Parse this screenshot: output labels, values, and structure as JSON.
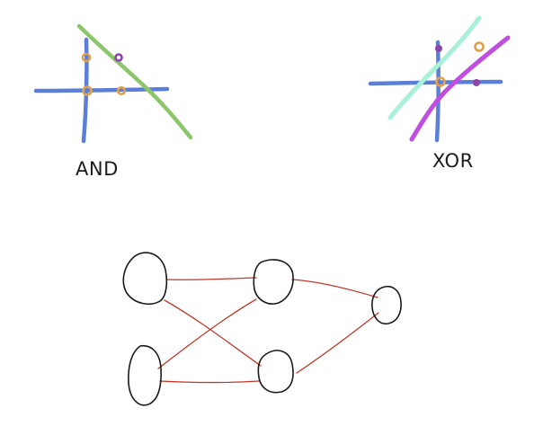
{
  "diagram": {
    "and_plot": {
      "label": "AND",
      "colors": {
        "axis": "#5b7fd9",
        "boundary": "#8cc66a",
        "point_zero": "#e0a04a",
        "point_one": "#8e44ad"
      }
    },
    "xor_plot": {
      "label": "XOR",
      "colors": {
        "axis": "#5b7fd9",
        "boundary_a": "#a8f0d8",
        "boundary_b": "#c04ee0",
        "point_zero": "#e0a04a",
        "point_one": "#8e44ad"
      }
    },
    "network": {
      "nodes": [
        "input-top",
        "input-bottom",
        "hidden-top",
        "hidden-bottom",
        "output"
      ],
      "edges": [
        [
          "input-top",
          "hidden-top"
        ],
        [
          "input-top",
          "hidden-bottom"
        ],
        [
          "input-bottom",
          "hidden-top"
        ],
        [
          "input-bottom",
          "hidden-bottom"
        ],
        [
          "hidden-top",
          "output"
        ],
        [
          "hidden-bottom",
          "output"
        ]
      ],
      "colors": {
        "node_stroke": "#1a1a1a",
        "edge_stroke": "#c0392b"
      }
    }
  }
}
